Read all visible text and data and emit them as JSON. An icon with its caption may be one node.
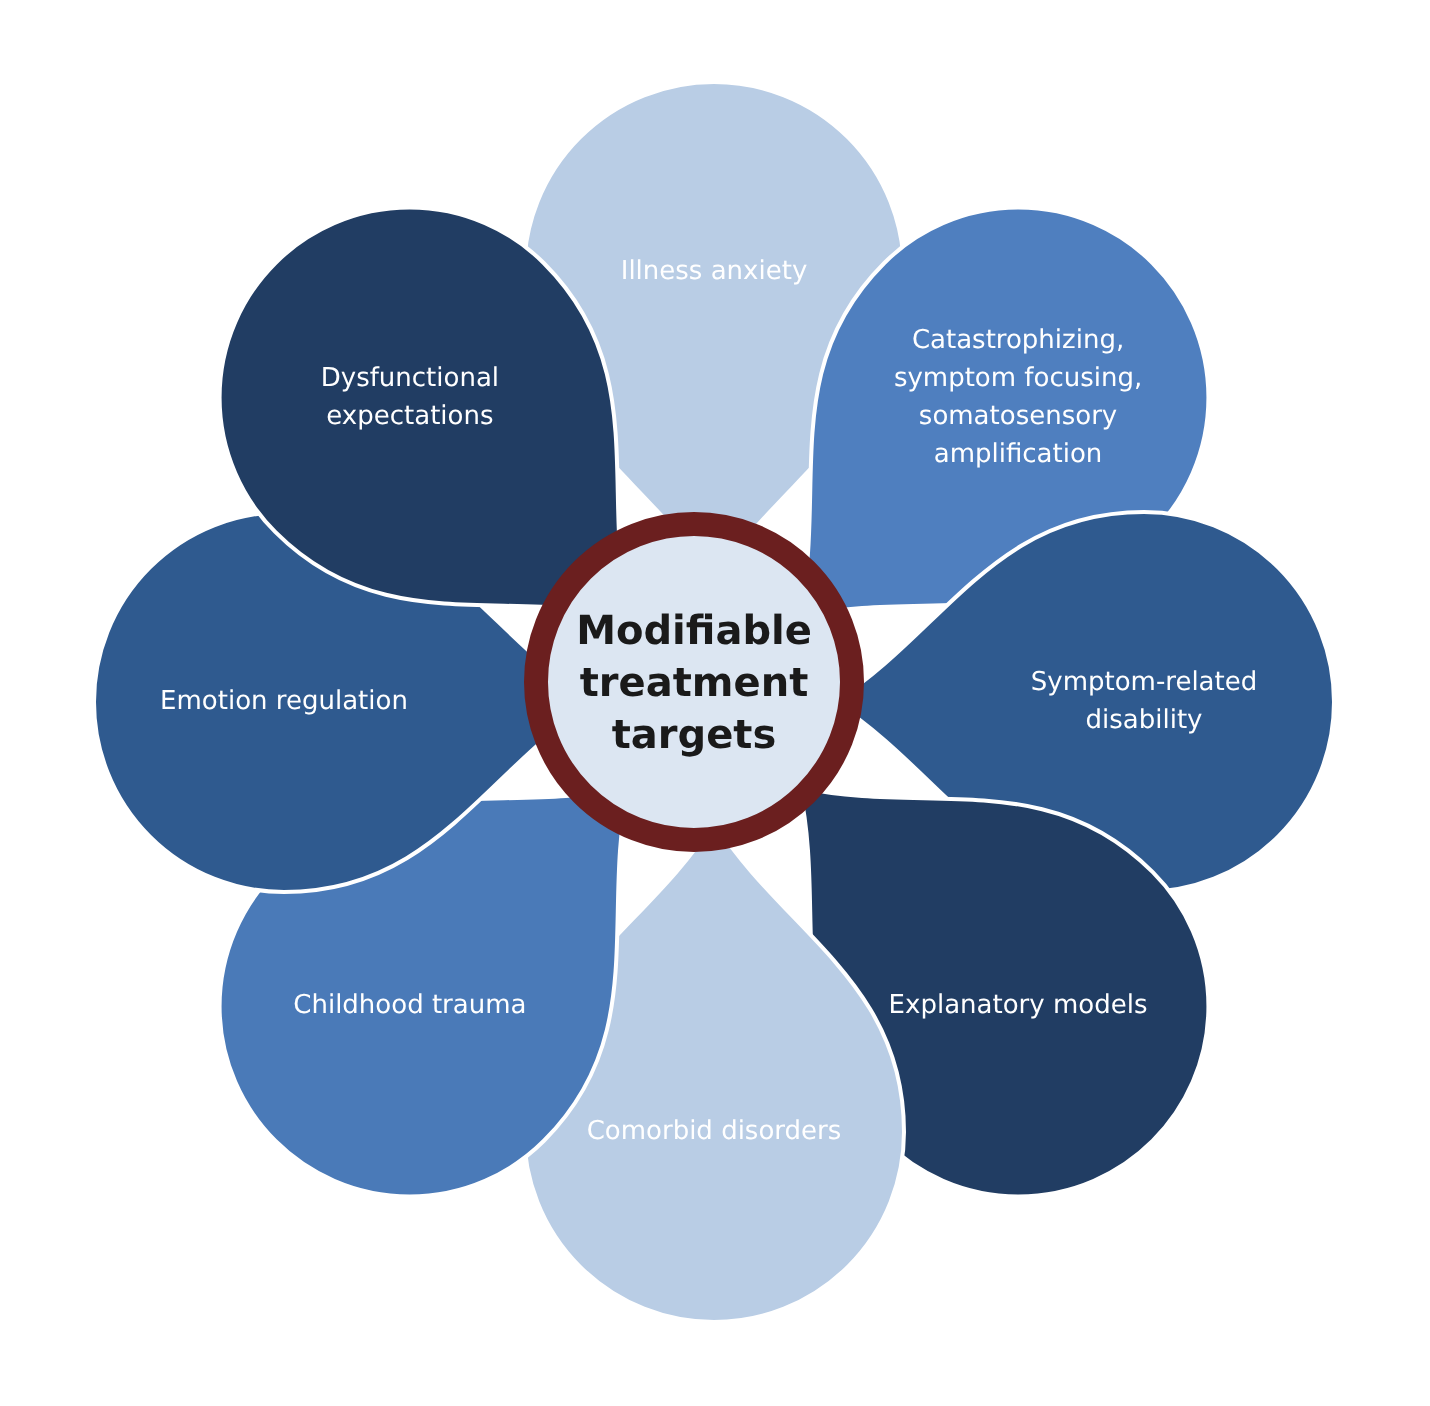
{
  "diagram": {
    "nodes": [
      {
        "text": [
          "Modifiable treatment targets"
        ]
      },
      {
        "text": [
          "Illness anxiety"
        ]
      },
      {
        "text": [
          "Dysfunctional expectations"
        ]
      },
      {
        "text": [
          "Catastrophizing, symptom focusing, somatosensory amplification"
        ]
      },
      {
        "text": [
          "Emotion regulation"
        ]
      },
      {
        "text": [
          "Symptom-related disability"
        ]
      },
      {
        "text": [
          "Childhood trauma"
        ]
      },
      {
        "text": [
          "Explanatory models"
        ]
      },
      {
        "text": [
          "Comorbid disorders"
        ]
      }
    ],
    "edges": []
  }
}
